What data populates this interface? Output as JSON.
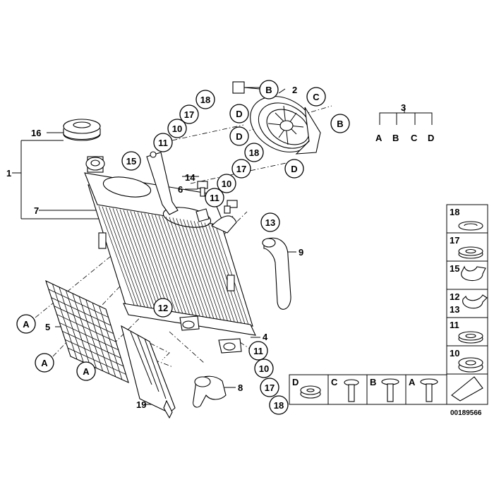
{
  "diagram_id": "00189566",
  "callouts": {
    "c18a": "18",
    "c17a": "17",
    "c10a": "10",
    "c11a": "11",
    "cDa": "D",
    "cDb": "D",
    "c18b": "18",
    "c17b": "17",
    "c10b": "10",
    "c11b": "11",
    "cB1": "B",
    "cC1": "C",
    "cB2": "B",
    "cD3": "D",
    "c15": "15",
    "c13": "13",
    "c12": "12",
    "cA1": "A",
    "cA2": "A",
    "cA3": "A",
    "c11c": "11",
    "c10c": "10",
    "c17c": "17",
    "c18c": "18"
  },
  "labels": {
    "n1": "1",
    "n16": "16",
    "n7": "7",
    "n14": "14",
    "n6": "6",
    "n2": "2",
    "n3": "3",
    "n9": "9",
    "n5": "5",
    "n4": "4",
    "n8": "8",
    "n19": "19",
    "tA": "A",
    "tB": "B",
    "tC": "C",
    "tD": "D"
  },
  "legend": {
    "side": [
      "18",
      "17",
      "15",
      "12",
      "13",
      "11",
      "10"
    ],
    "bottom": [
      "D",
      "C",
      "B",
      "A"
    ]
  }
}
